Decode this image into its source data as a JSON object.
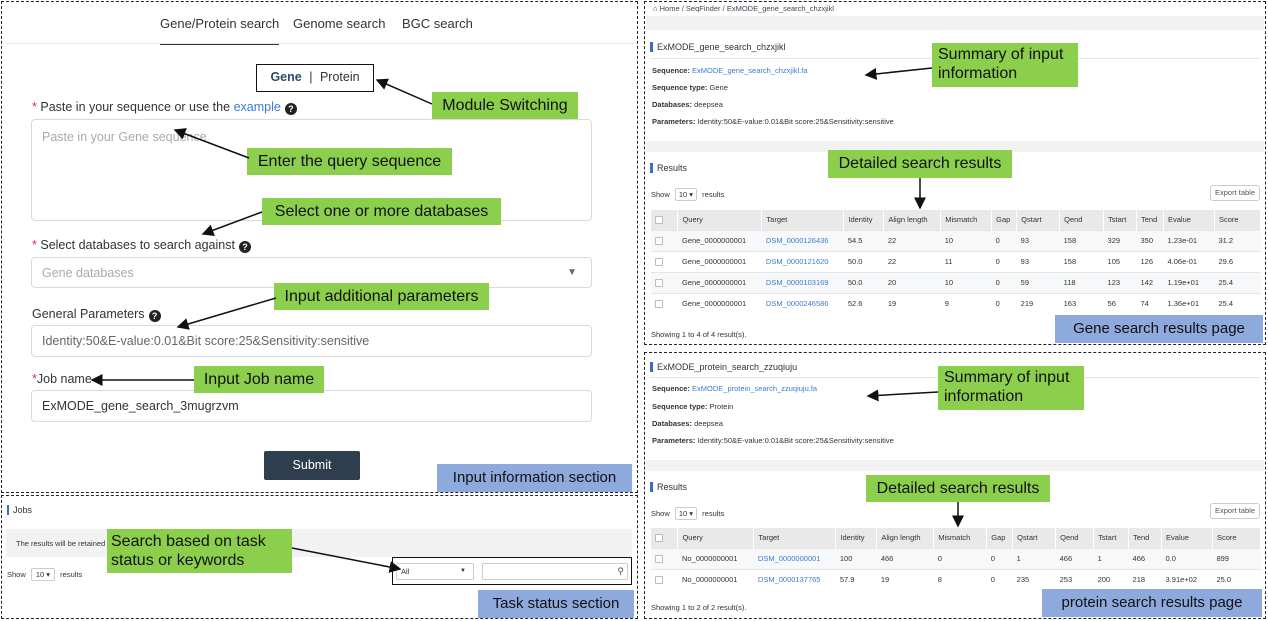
{
  "left_form": {
    "tabs": [
      "Gene/Protein search",
      "Genome search",
      "BGC search"
    ],
    "module_switch": {
      "gene": "Gene",
      "sep": "|",
      "protein": "Protein"
    },
    "seq_label_prefix": "Paste in your sequence or use the",
    "seq_label_link": "example",
    "seq_placeholder": "Paste in your Gene sequence",
    "db_label": "Select databases to search against",
    "db_placeholder": "Gene databases",
    "params_label": "General Parameters",
    "params_value": "Identity:50&E-value:0.01&Bit score:25&Sensitivity:sensitive",
    "job_label": "Job name",
    "job_value": "ExMODE_gene_search_3mugrzvm",
    "submit": "Submit"
  },
  "jobs": {
    "title": "Jobs",
    "notice": "The results will be retained fo",
    "show_label": "Show",
    "show_value": "10",
    "results_label": "results",
    "status_value": "All"
  },
  "gene_page": {
    "crumbs": [
      "Home",
      "/",
      "SeqFinder",
      "/",
      "ExMODE_gene_search_chzxjikl"
    ],
    "title": "ExMODE_gene_search_chzxjikl",
    "sequence_label": "Sequence:",
    "sequence_value": "ExMODE_gene_search_chzxjikl.fa",
    "type_label": "Sequence type:",
    "type_value": "Gene",
    "db_label": "Databases:",
    "db_value": "deepsea",
    "param_label": "Parameters:",
    "param_value": "Identity:50&E-value:0.01&Bit score:25&Sensitivity:sensitive",
    "results_title": "Results",
    "show_label": "Show",
    "show_value": "10",
    "results_label": "results",
    "export": "Export table",
    "columns": [
      "Query",
      "Target",
      "Identity",
      "Align length",
      "Mismatch",
      "Gap",
      "Qstart",
      "Qend",
      "Tstart",
      "Tend",
      "Evalue",
      "Score"
    ],
    "rows": [
      [
        "Gene_0000000001",
        "DSM_0000126436",
        "54.5",
        "22",
        "10",
        "0",
        "93",
        "158",
        "329",
        "350",
        "1.23e-01",
        "31.2"
      ],
      [
        "Gene_0000000001",
        "DSM_0000121620",
        "50.0",
        "22",
        "11",
        "0",
        "93",
        "158",
        "105",
        "126",
        "4.06e-01",
        "29.6"
      ],
      [
        "Gene_0000000001",
        "DSM_0000103169",
        "50.0",
        "20",
        "10",
        "0",
        "59",
        "118",
        "123",
        "142",
        "1.19e+01",
        "25.4"
      ],
      [
        "Gene_0000000001",
        "DSM_0000246586",
        "52.6",
        "19",
        "9",
        "0",
        "219",
        "163",
        "56",
        "74",
        "1.36e+01",
        "25.4"
      ]
    ],
    "footer": "Showing 1 to 4 of 4 result(s)."
  },
  "protein_page": {
    "title": "ExMODE_protein_search_zzuqiuju",
    "sequence_label": "Sequence:",
    "sequence_value": "ExMODE_protein_search_zzuqiuju.fa",
    "type_label": "Sequence type:",
    "type_value": "Protein",
    "db_label": "Databases:",
    "db_value": "deepsea",
    "param_label": "Parameters:",
    "param_value": "Identity:50&E-value:0.01&Bit score:25&Sensitivity:sensitive",
    "results_title": "Results",
    "show_label": "Show",
    "show_value": "10",
    "results_label": "results",
    "export": "Export table",
    "columns": [
      "Query",
      "Target",
      "Identity",
      "Align length",
      "Mismatch",
      "Gap",
      "Qstart",
      "Qend",
      "Tstart",
      "Tend",
      "Evalue",
      "Score"
    ],
    "rows": [
      [
        "No_0000000001",
        "DSM_0000000001",
        "100",
        "466",
        "0",
        "0",
        "1",
        "466",
        "1",
        "466",
        "0.0",
        "899"
      ],
      [
        "No_0000000001",
        "DSM_0000137765",
        "57.9",
        "19",
        "8",
        "0",
        "235",
        "253",
        "200",
        "218",
        "3.91e+02",
        "25.0"
      ]
    ],
    "footer": "Showing 1 to 2 of 2 result(s)."
  },
  "annotations": {
    "module_switching": "Module Switching",
    "enter_query": "Enter the query sequence",
    "select_db": "Select one or more databases",
    "input_params": "Input additional parameters",
    "input_job": "Input Job name",
    "search_status": "Search based on task status or keywords",
    "summary1": "Summary of input information",
    "detailed1": "Detailed search results",
    "summary2": "Summary of input information",
    "detailed2": "Detailed search results",
    "input_section": "Input information section",
    "task_section": "Task status section",
    "gene_page": "Gene search results page",
    "protein_page": "protein search results page"
  },
  "colors": {
    "annotation_green": "#8ccf4d",
    "annotation_blue": "#8ea9dc",
    "link": "#3b7bd6",
    "submit": "#2f3e4e"
  }
}
